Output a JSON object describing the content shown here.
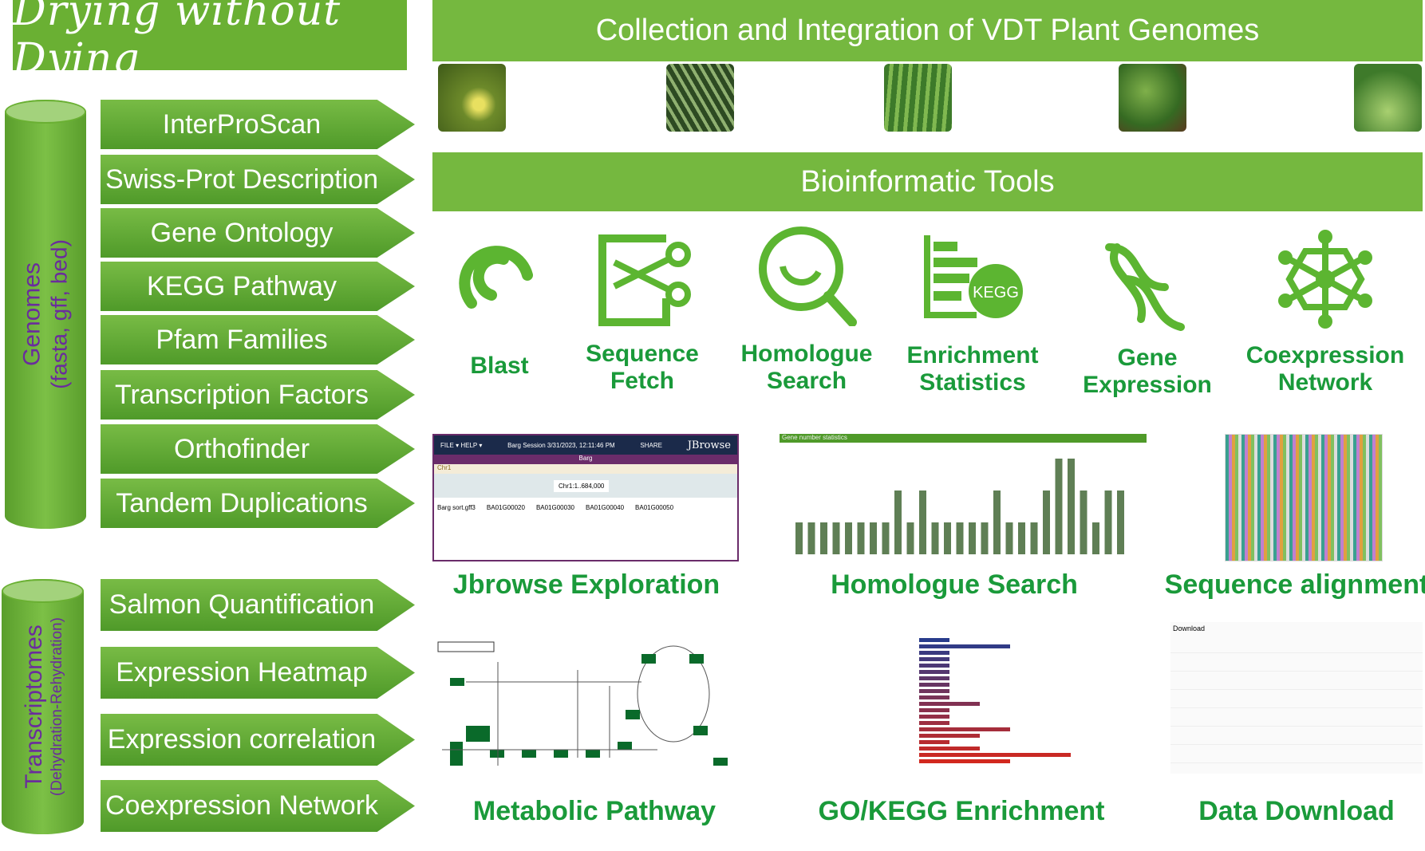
{
  "logo": "Drying without Dying",
  "header": {
    "title": "Collection and Integration of VDT Plant Genomes",
    "tools_title": "Bioinformatic Tools"
  },
  "genomes": {
    "title": "Genomes",
    "subtitle": "(fasta, gff, bed)",
    "items": [
      "InterProScan",
      "Swiss-Prot Description",
      "Gene Ontology",
      "KEGG Pathway",
      "Pfam Families",
      "Transcription Factors",
      "Orthofinder",
      "Tandem Duplications"
    ]
  },
  "transcriptomes": {
    "title": "Transcriptomes",
    "subtitle": "(Dehydration-Rehydration)",
    "items": [
      "Salmon Quantification",
      "Expression Heatmap",
      "Expression correlation",
      "Coexpression Network"
    ]
  },
  "tools": [
    {
      "l1": "Blast",
      "l2": "",
      "icon": "blast-icon"
    },
    {
      "l1": "Sequence",
      "l2": "Fetch",
      "icon": "scissors-icon"
    },
    {
      "l1": "Homologue",
      "l2": "Search",
      "icon": "search-icon"
    },
    {
      "l1": "Enrichment",
      "l2": "Statistics",
      "icon": "kegg-chart-icon"
    },
    {
      "l1": "Gene",
      "l2": "Expression",
      "icon": "dna-icon"
    },
    {
      "l1": "Coexpression",
      "l2": "Network",
      "icon": "network-icon"
    }
  ],
  "features": [
    "Jbrowse Exploration",
    "Homologue Search",
    "Sequence alignment",
    "Metabolic Pathway",
    "GO/KEGG Enrichment",
    "Data Download"
  ],
  "jbrowse": {
    "menu": "FILE ▾   HELP ▾",
    "session": "Barg Session 3/31/2023, 12:11:46 PM",
    "share": "SHARE",
    "brand": "JBrowse",
    "view": "Barg",
    "chrom": "Chr1",
    "locus": "Chr1:1..684,000",
    "track": "Barg sort.gff3",
    "genes": [
      "BA01G00020",
      "BA01G00030",
      "BA01G00040",
      "BA01G00050"
    ]
  },
  "homologue_chart": {
    "title": "Gene number statistics",
    "values": [
      1,
      1,
      1,
      1,
      1,
      1,
      1,
      1,
      2,
      1,
      2,
      1,
      1,
      1,
      1,
      1,
      2,
      1,
      1,
      1,
      2,
      3,
      3,
      2,
      1,
      2,
      2
    ]
  },
  "download": {
    "title": "Download"
  },
  "colors": {
    "green": "#75b83f",
    "text_green": "#1a9a3a",
    "purple": "#6a2c9c",
    "bar": "#5f7f55"
  }
}
